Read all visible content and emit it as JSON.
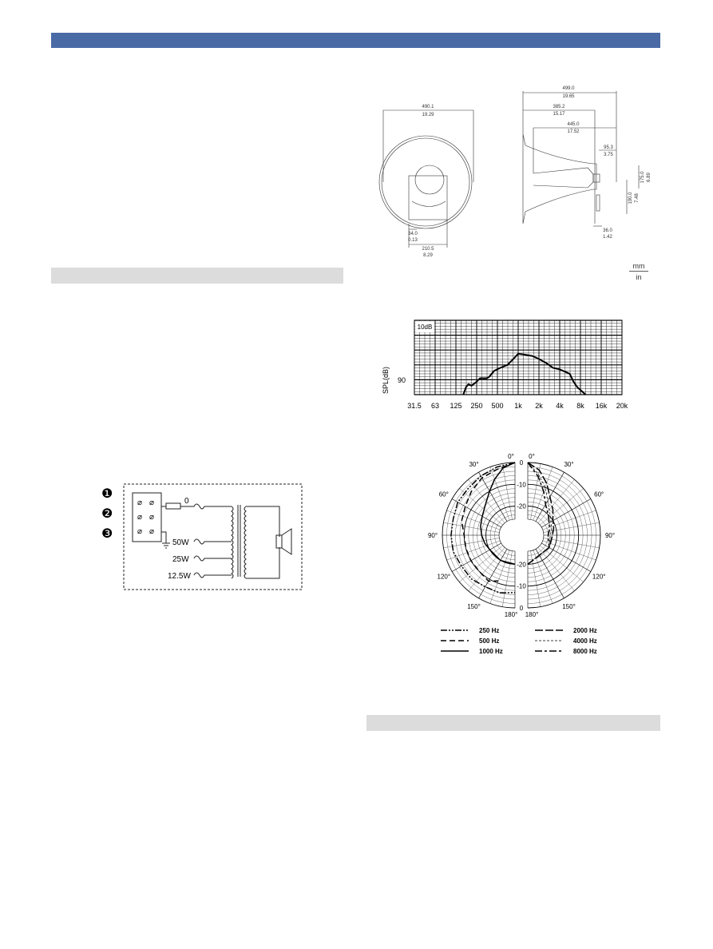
{
  "colors": {
    "header_bar": "#4a6aa6",
    "section_bar": "#dcdcdc",
    "line": "#111111"
  },
  "dimensions": {
    "front": {
      "width": {
        "mm": "490.1",
        "in": "19.29"
      },
      "small": {
        "mm": "34.0",
        "in": "0.13"
      },
      "bracket": {
        "mm": "210.5",
        "in": "8.29"
      }
    },
    "side": {
      "overall": {
        "mm": "499.0",
        "in": "19.65"
      },
      "to_bracket": {
        "mm": "385.2",
        "in": "15.17"
      },
      "horn": {
        "mm": "445.0",
        "in": "17.52"
      },
      "driver": {
        "mm": "95.3",
        "in": "3.75"
      },
      "height_a": {
        "mm": "175.0",
        "in": "6.89"
      },
      "height_b": {
        "mm": "190.0",
        "in": "7.48"
      },
      "depth": {
        "mm": "36.0",
        "in": "1.42"
      }
    },
    "unit_top": "mm",
    "unit_bottom": "in"
  },
  "chart_data": [
    {
      "type": "line",
      "title": "",
      "xlabel": "",
      "ylabel": "SPL(dB)",
      "x_scale": "log",
      "x_ticks": [
        "31.5",
        "63",
        "125",
        "250",
        "500",
        "1k",
        "2k",
        "4k",
        "8k",
        "16k",
        "20k"
      ],
      "x_tick_values": [
        31.5,
        63,
        125,
        250,
        500,
        1000,
        2000,
        4000,
        8000,
        16000,
        20000
      ],
      "y_tick_labels": [
        "90"
      ],
      "scale_marker": "10dB",
      "ylim": [
        80,
        130
      ],
      "grid": true,
      "series": [
        {
          "x": [
            160,
            175,
            190,
            210,
            240,
            280,
            320,
            350,
            380,
            450,
            550,
            700,
            850,
            1000,
            1200,
            1600,
            2000,
            2600,
            3200,
            4000,
            5000,
            5600,
            6300,
            7200,
            8500,
            9500
          ],
          "y": [
            80,
            85,
            87,
            86,
            88,
            91,
            91,
            91,
            92,
            96,
            98,
            100,
            104,
            107.5,
            107,
            106,
            104,
            101,
            98,
            97,
            95,
            94,
            89,
            85,
            82,
            80
          ]
        }
      ]
    },
    {
      "type": "polar",
      "angle_labels_left": [
        "0°",
        "30°",
        "60°",
        "90°",
        "120°",
        "150°",
        "180°"
      ],
      "angle_labels_right": [
        "0°",
        "30°",
        "60°",
        "90°",
        "120°",
        "150°",
        "180°"
      ],
      "radial_labels": [
        "0",
        "-10",
        "-20",
        "-20",
        "-10",
        "0"
      ],
      "rlim": [
        -26,
        0
      ],
      "series": [
        {
          "name": "250 Hz",
          "side": "left",
          "style": "dashdot",
          "angles": [
            0,
            15,
            30,
            45,
            60,
            75,
            90,
            105,
            120,
            135,
            150,
            165,
            180
          ],
          "db": [
            0,
            -1,
            -2,
            -3,
            -3,
            -4,
            -4,
            -4,
            -5,
            -5,
            -6,
            -6,
            -7
          ]
        },
        {
          "name": "500 Hz",
          "side": "left",
          "style": "dash",
          "angles": [
            0,
            15,
            30,
            45,
            60,
            75,
            90,
            105,
            120,
            135,
            150,
            160
          ],
          "db": [
            0,
            -2,
            -3,
            -5,
            -7,
            -8,
            -10,
            -10,
            -10,
            -10,
            -9,
            -11
          ]
        },
        {
          "name": "1000 Hz",
          "side": "left",
          "style": "solid",
          "angles": [
            0,
            10,
            20,
            30,
            45,
            60,
            75,
            90,
            105,
            120,
            150,
            180
          ],
          "db": [
            0,
            -2,
            -6,
            -10,
            -14,
            -16,
            -17,
            -18,
            -19,
            -20,
            -20,
            -20
          ]
        },
        {
          "name": "2000 Hz",
          "side": "right",
          "style": "longdash",
          "angles": [
            0,
            10,
            20,
            30,
            45,
            60,
            75,
            90,
            120,
            180
          ],
          "db": [
            0,
            -3,
            -8,
            -13,
            -17,
            -20,
            -21,
            -22,
            -22,
            -20
          ]
        },
        {
          "name": "4000 Hz",
          "side": "right",
          "style": "thindash",
          "angles": [
            0,
            10,
            20,
            30,
            45,
            60,
            75,
            90,
            120,
            180
          ],
          "db": [
            0,
            -5,
            -10,
            -15,
            -19,
            -21,
            -22,
            -23,
            -22,
            -20
          ]
        },
        {
          "name": "8000 Hz",
          "side": "right",
          "style": "mixdash",
          "angles": [
            0,
            10,
            20,
            30,
            45,
            60,
            75,
            90,
            120,
            180
          ],
          "db": [
            0,
            -6,
            -12,
            -17,
            -20,
            -22,
            -23,
            -24,
            -22,
            -20
          ]
        }
      ]
    }
  ],
  "wiring": {
    "markers": [
      "❶",
      "❷",
      "❸"
    ],
    "taps": [
      "0",
      "50W",
      "25W",
      "12.5W"
    ]
  }
}
